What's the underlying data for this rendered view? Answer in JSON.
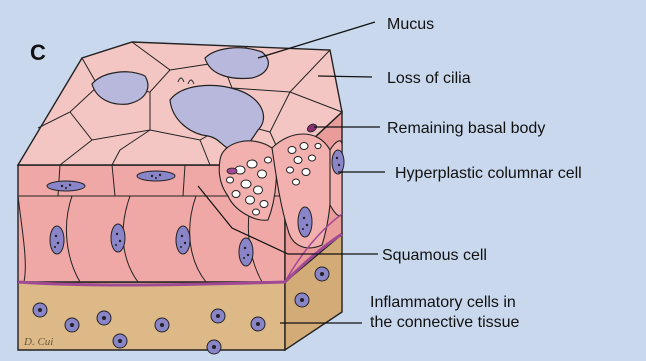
{
  "panel_letter": "C",
  "labels": {
    "mucus": "Mucus",
    "loss_of_cilia": "Loss of cilia",
    "remaining_basal_body": "Remaining basal body",
    "hyperplastic_columnar_cell": "Hyperplastic columnar cell",
    "squamous_cell": "Squamous cell",
    "inflammatory_line1": "Inflammatory cells in",
    "inflammatory_line2": "the connective tissue"
  },
  "signature": "D. Cui",
  "colors": {
    "background": "#c9d8ed",
    "epithelium_top": "#f4c6c3",
    "epithelium_side": "#f0a8a6",
    "epithelium_right": "#ea9c9b",
    "connective_tissue": "#ddb988",
    "basement_membrane": "#a04a94",
    "nucleus": "#8a85c8",
    "mucus": "#b8b8dc"
  }
}
